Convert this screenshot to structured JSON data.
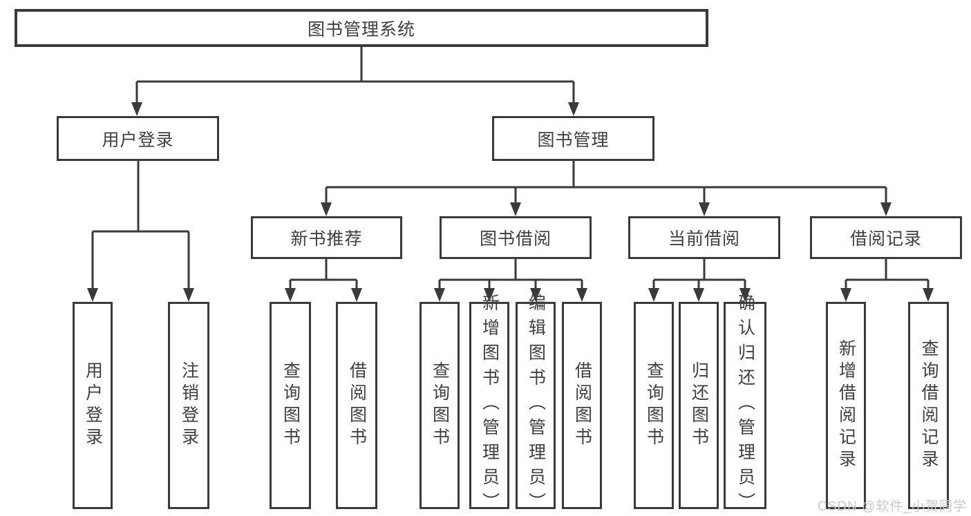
{
  "colors": {
    "line": "#3a3a3a",
    "box_border": "#3a3a3a",
    "box_background": "#ffffff",
    "text": "#3f3f3f",
    "watermark": "#c9c9c9",
    "page_background": "#ffffff"
  },
  "watermark": {
    "text": "CSDN @软件_小贺同学"
  },
  "tree": {
    "root": {
      "label": "图书管理系统"
    },
    "level1": [
      {
        "label": "用户登录"
      },
      {
        "label": "图书管理"
      }
    ],
    "level2": [
      {
        "label": "新书推荐"
      },
      {
        "label": "图书借阅"
      },
      {
        "label": "当前借阅"
      },
      {
        "label": "借阅记录"
      }
    ],
    "leaves": {
      "user_login": [
        "用户登录",
        "注销登录"
      ],
      "new_book": [
        "查询图书",
        "借阅图书"
      ],
      "book_borrow": [
        "查询图书",
        "新增图书（管理员）",
        "编辑图书（管理员）",
        "借阅图书"
      ],
      "current_borrow": [
        "查询图书",
        "归还图书",
        "确认归还（管理员）"
      ],
      "borrow_record": [
        "新增借阅记录",
        "查询借阅记录"
      ]
    }
  }
}
